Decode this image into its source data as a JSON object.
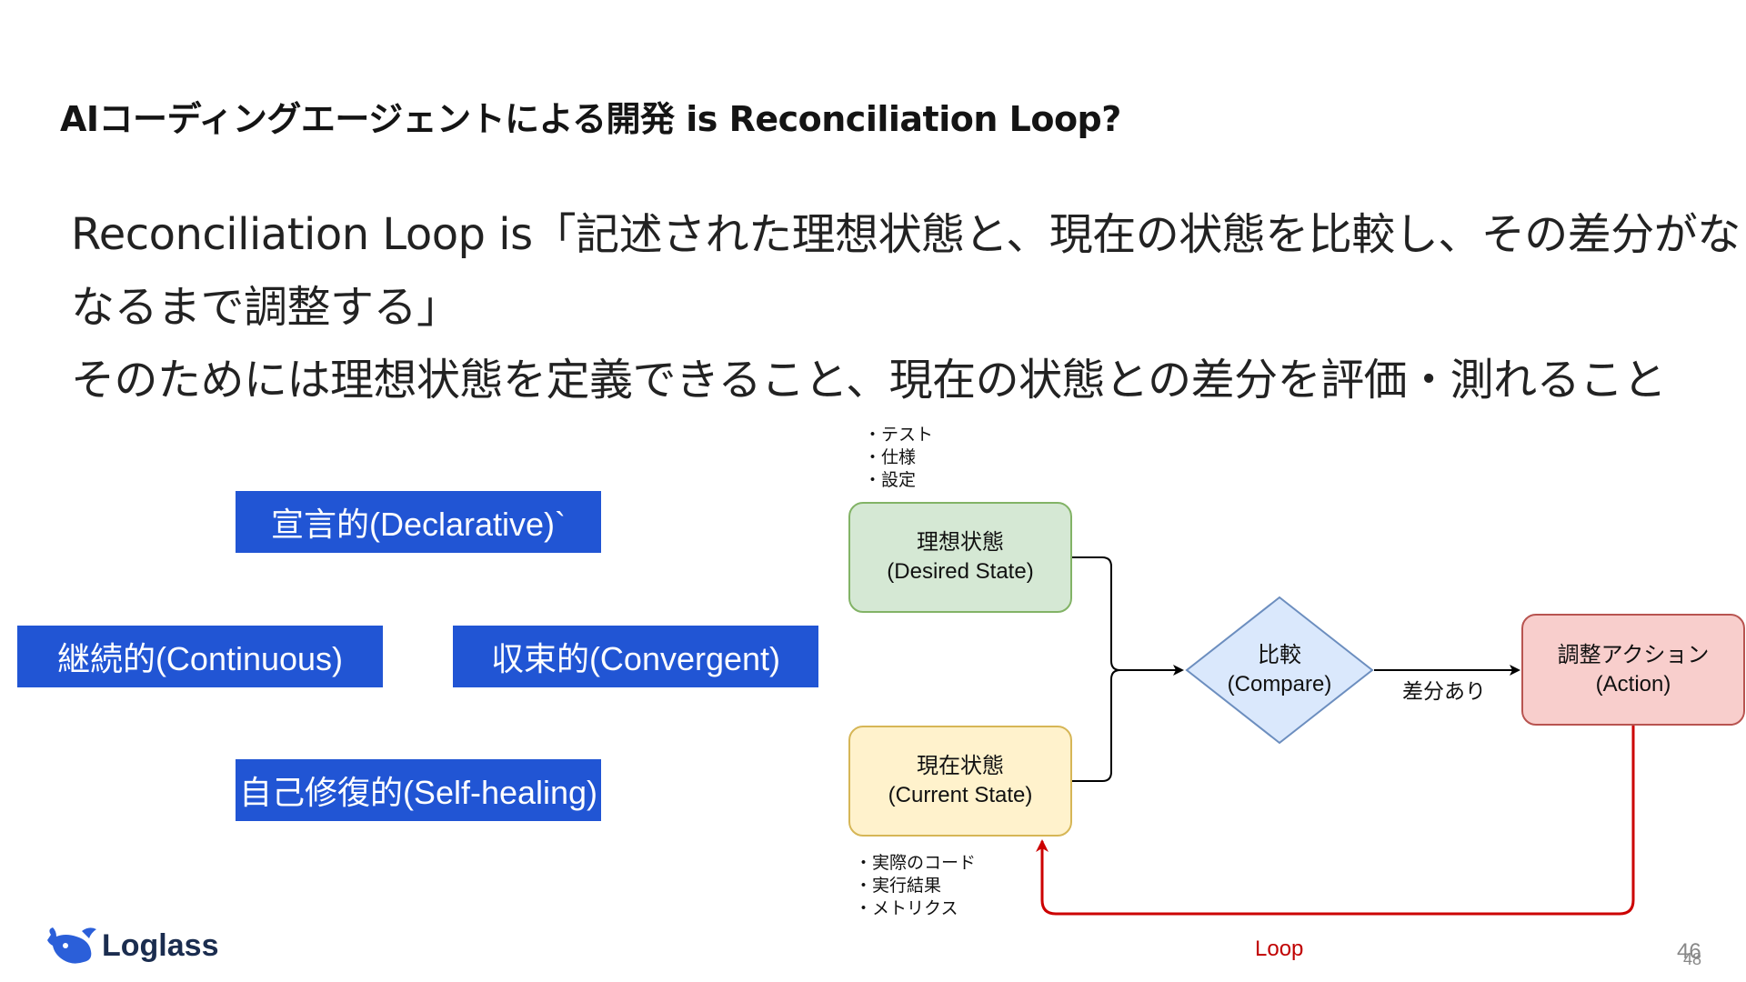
{
  "title": "AIコーディングエージェントによる開発 is Reconciliation Loop?",
  "body": {
    "line1": "Reconciliation Loop is「記述された理想状態と、現在の状態を比較し、その差分がなく",
    "line2": "なるまで調整する」",
    "line3": "そのためには理想状態を定義できること、現在の状態との差分を評価・測れること"
  },
  "tags": {
    "declarative": "宣言的(Declarative)`",
    "continuous": "継続的(Continuous)",
    "convergent": "収束的(Convergent)",
    "selfhealing": "自己修復的(Self-healing)"
  },
  "diagram": {
    "desired": {
      "title": "理想状態",
      "subtitle": "(Desired State)"
    },
    "current": {
      "title": "現在状態",
      "subtitle": "(Current State)"
    },
    "compare": {
      "title": "比較",
      "subtitle": "(Compare)"
    },
    "action": {
      "title": "調整アクション",
      "subtitle": "(Action)"
    },
    "desired_notes": [
      "テスト",
      "仕様",
      "設定"
    ],
    "current_notes": [
      "実際のコード",
      "実行結果",
      "メトリクス"
    ],
    "edge_label": "差分あり",
    "loop_label": "Loop"
  },
  "colors": {
    "tag_bg": "#2155d4",
    "desired_fill": "#d5e8d4",
    "current_fill": "#fff2cc",
    "compare_fill": "#dae8fc",
    "action_fill": "#f8cecc",
    "loop_color": "#cc0000"
  },
  "logo": {
    "text": "Loglass",
    "icon": "whale-icon"
  },
  "page_number": {
    "primary": "46",
    "secondary": "48"
  }
}
